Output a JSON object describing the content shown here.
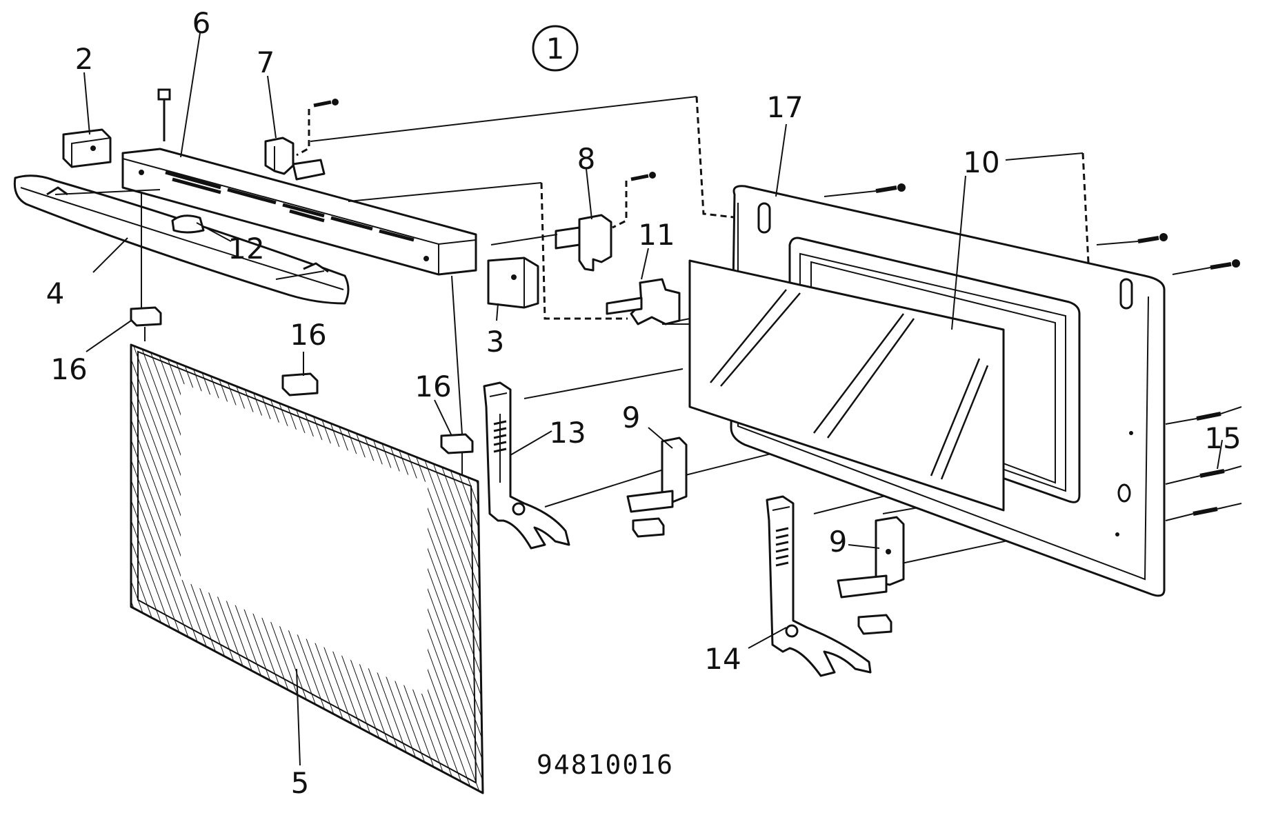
{
  "diagram": {
    "figure_number": "1",
    "drawing_code": "94810016",
    "part_labels": {
      "p2": "2",
      "p3": "3",
      "p4": "4",
      "p5": "5",
      "p6": "6",
      "p7": "7",
      "p8": "8",
      "p9a": "9",
      "p9b": "9",
      "p10": "10",
      "p11": "11",
      "p12": "12",
      "p13": "13",
      "p14": "14",
      "p15": "15",
      "p16a": "16",
      "p16b": "16",
      "p16c": "16",
      "p17": "17"
    }
  }
}
